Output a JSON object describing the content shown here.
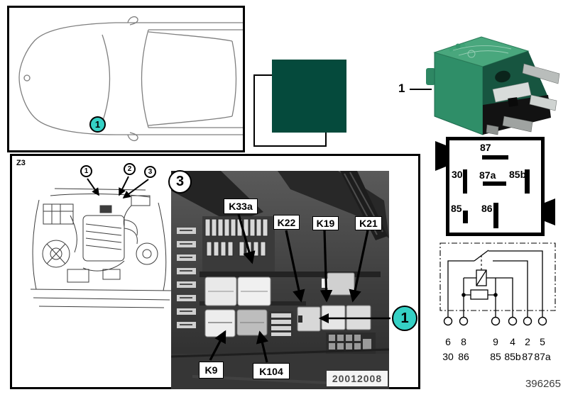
{
  "doc_number": "396265",
  "colors": {
    "accent_cyan": "#35D1C5",
    "swatch_green": "#054A3C"
  },
  "car_location": {
    "callout": "1"
  },
  "legend": {
    "item_number": "1"
  },
  "pin_diagram": {
    "pins": [
      {
        "label": "87"
      },
      {
        "label": "30"
      },
      {
        "label": "87a"
      },
      {
        "label": "85b"
      },
      {
        "label": "85"
      },
      {
        "label": "86"
      }
    ]
  },
  "schematic": {
    "terminals": [
      {
        "number": "6",
        "name": "30"
      },
      {
        "number": "8",
        "name": "86"
      },
      {
        "number": "9",
        "name": "85"
      },
      {
        "number": "4",
        "name": "85b"
      },
      {
        "number": "2",
        "name": "87"
      },
      {
        "number": "5",
        "name": "87a"
      }
    ]
  },
  "engine_view": {
    "model_code": "Z3",
    "callouts": [
      {
        "number": "1"
      },
      {
        "number": "2"
      },
      {
        "number": "3"
      }
    ],
    "photo_callout": "3",
    "target_callout": "1",
    "labels": [
      {
        "text": "K33a"
      },
      {
        "text": "K22"
      },
      {
        "text": "K19"
      },
      {
        "text": "K21"
      },
      {
        "text": "K9"
      },
      {
        "text": "K104"
      }
    ],
    "photo_id": "20012008"
  }
}
